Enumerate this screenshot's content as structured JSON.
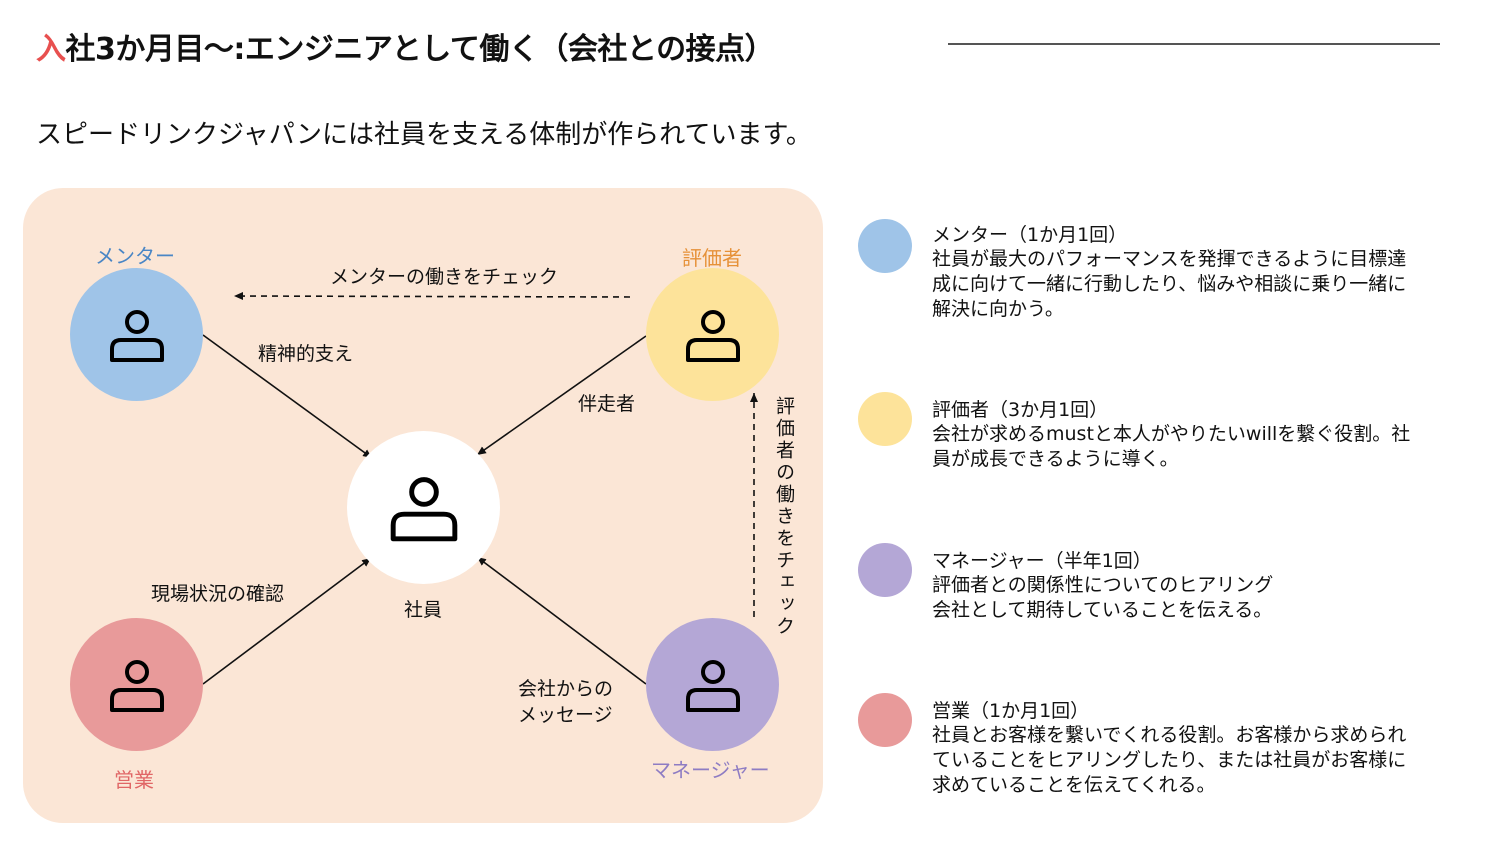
{
  "header": {
    "title_accent": "入",
    "title_rest": "社3か月目〜:エンジニアとして働く（会社との接点）",
    "subtitle": "スピードリンクジャパンには社員を支える体制が作られています。"
  },
  "diagram": {
    "nodes": {
      "mentor": "メンター",
      "evaluator": "評価者",
      "employee": "社員",
      "sales": "営業",
      "manager": "マネージャー"
    },
    "edges": {
      "mentor_to_employee": "精神的支え",
      "evaluator_to_employee": "伴走者",
      "sales_to_employee": "現場状況の確認",
      "manager_to_employee": "会社からの\nメッセージ",
      "evaluator_to_mentor": "メンターの働きをチェック",
      "manager_to_evaluator": "評価者の働きをチェック"
    }
  },
  "legend": [
    {
      "title": "メンター（1か月1回）",
      "desc": "社員が最大のパフォーマンスを発揮できるように目標達成に向けて一緒に行動したり、悩みや相談に乗り一緒に解決に向かう。"
    },
    {
      "title": "評価者（3か月1回）",
      "desc": "会社が求めるmustと本人がやりたいwillを繋ぐ役割。社員が成長できるように導く。"
    },
    {
      "title": "マネージャー（半年1回）",
      "desc": "評価者との関係性についてのヒアリング\n会社として期待していることを伝える。"
    },
    {
      "title": "営業（1か月1回）",
      "desc": "社員とお客様を繋いでくれる役割。お客様から求められていることをヒアリングしたり、または社員がお客様に求めていることを伝えてくれる。"
    }
  ],
  "colors": {
    "accent": "#e8504f",
    "panel_bg": "#fbe6d6",
    "mentor": "#9fc4e8",
    "evaluator": "#fde39a",
    "manager": "#b4a7d6",
    "sales": "#e89a9a",
    "employee": "#ffffff",
    "mentor_label": "#4a86c5",
    "evaluator_label": "#e69138",
    "manager_label": "#8e7cc3",
    "sales_label": "#e06666"
  },
  "icons": {
    "person": "person-outline-icon"
  }
}
